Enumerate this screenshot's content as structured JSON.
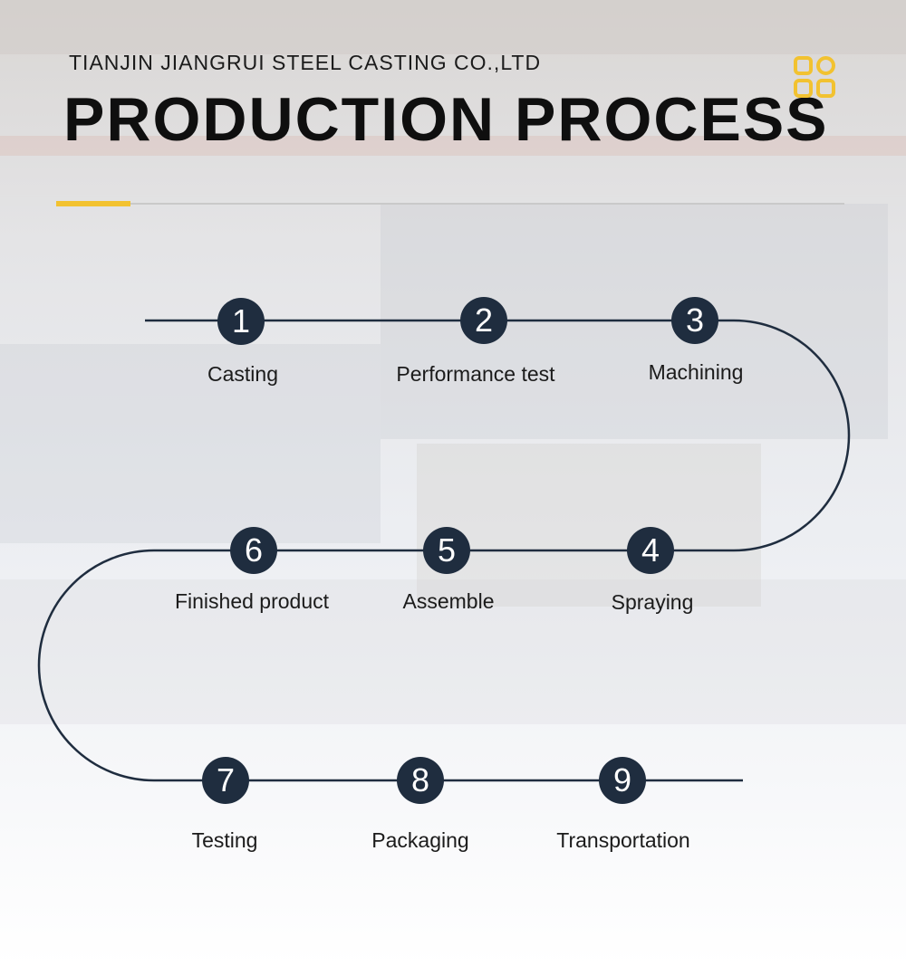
{
  "header": {
    "company": "TIANJIN JIANGRUI STEEL CASTING CO.,LTD",
    "title": "PRODUCTION PROCESS"
  },
  "colors": {
    "accent": "#f2c230",
    "step_circle": "#1f2d3f",
    "path_line": "#1f2d3f",
    "text": "#1b1b1b"
  },
  "steps": [
    {
      "number": "1",
      "label": "Casting"
    },
    {
      "number": "2",
      "label": "Performance test"
    },
    {
      "number": "3",
      "label": "Machining"
    },
    {
      "number": "4",
      "label": "Spraying"
    },
    {
      "number": "5",
      "label": "Assemble"
    },
    {
      "number": "6",
      "label": "Finished product"
    },
    {
      "number": "7",
      "label": "Testing"
    },
    {
      "number": "8",
      "label": "Packaging"
    },
    {
      "number": "9",
      "label": "Transportation"
    }
  ]
}
